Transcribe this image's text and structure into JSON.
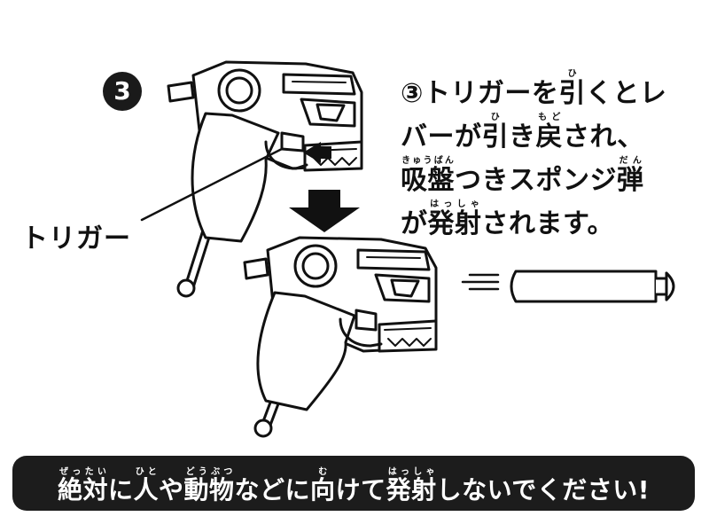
{
  "step": {
    "number": "3",
    "lines": [
      [
        {
          "t": "③トリガーを"
        },
        {
          "t": "引",
          "r": "ひ"
        },
        {
          "t": "くとレ"
        }
      ],
      [
        {
          "t": "バーが"
        },
        {
          "t": "引",
          "r": "ひ"
        },
        {
          "t": "き"
        },
        {
          "t": "戻",
          "r": "もど"
        },
        {
          "t": "され、"
        }
      ],
      [
        {
          "t": "吸盤",
          "r": "きゅうばん"
        },
        {
          "t": "つきスポンジ"
        },
        {
          "t": "弾",
          "r": "だん"
        }
      ],
      [
        {
          "t": "が"
        },
        {
          "t": "発射",
          "r": "はっしゃ"
        },
        {
          "t": "されます。"
        }
      ]
    ]
  },
  "trigger_label": "トリガー",
  "warning": [
    {
      "t": "絶対",
      "r": "ぜったい"
    },
    {
      "t": "に"
    },
    {
      "t": "人",
      "r": "ひと"
    },
    {
      "t": "や"
    },
    {
      "t": "動物",
      "r": "どうぶつ"
    },
    {
      "t": "などに"
    },
    {
      "t": "向",
      "r": "む"
    },
    {
      "t": "けて"
    },
    {
      "t": "発射",
      "r": "はっしゃ"
    },
    {
      "t": "しないでください!"
    }
  ],
  "colors": {
    "ink": "#111111",
    "warning_bg": "#1c1c1c",
    "warning_text": "#ffffff"
  }
}
